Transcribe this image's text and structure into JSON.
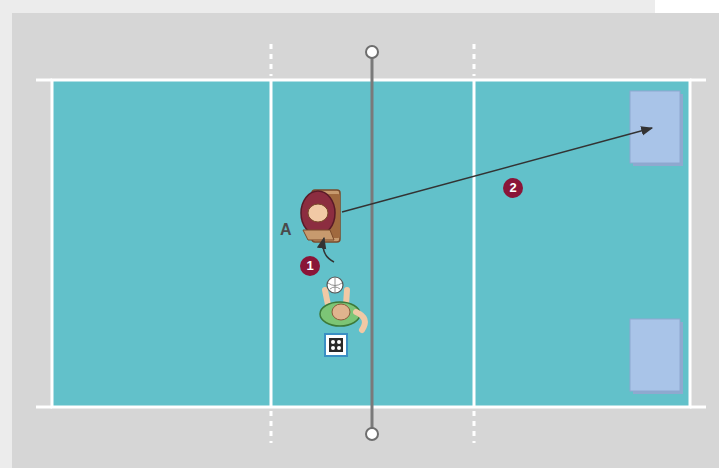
{
  "diagram": {
    "labels": [
      "A",
      "1",
      "2"
    ]
  }
}
